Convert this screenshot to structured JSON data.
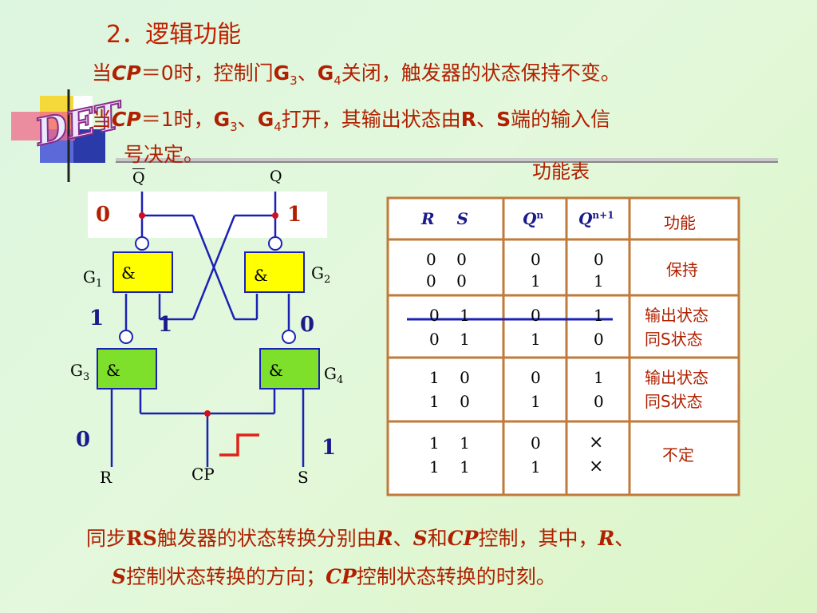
{
  "title": "2．逻辑功能",
  "line1": {
    "pre": "当",
    "cp": "CP",
    "eq": "＝0时，控制门",
    "g": "G",
    "s1": "3",
    "sep": "、",
    "g2": "G",
    "s2": "4",
    "post": "关闭，触发器的状态保持不变。"
  },
  "line2": {
    "pre": "当",
    "cp": "CP",
    "eq": "＝1时，",
    "g": "G",
    "s1": "3",
    "sep": "、",
    "g2": "G",
    "s2": "4",
    "mid": "打开，其输出状态由",
    "r": "R",
    "sep2": "、",
    "s": "S",
    "post": "端的输入信"
  },
  "line3": "号决定。",
  "logo": "DET",
  "table_caption": "功能表",
  "circuit": {
    "q_bar_label": "Q",
    "q_label": "Q",
    "out_left_value": "0",
    "out_right_value": "1",
    "g1": "G",
    "g1_sub": "1",
    "g2": "G",
    "g2_sub": "2",
    "g3": "G",
    "g3_sub": "3",
    "g4": "G",
    "g4_sub": "4",
    "and_symbol": "&",
    "val_g3_out": "1",
    "val_g4_out_left": "1",
    "val_g4_out": "0",
    "val_r": "0",
    "val_s": "1",
    "r_label": "R",
    "cp_label": "CP",
    "s_label": "S"
  },
  "table": {
    "headers": {
      "rs_r": "R",
      "rs_s": "S",
      "qn": "Q",
      "qn_sup": "n",
      "qn1": "Q",
      "qn1_sup": "n+1",
      "func": "功能"
    },
    "rows": [
      {
        "rs": [
          "0    0",
          "0    0"
        ],
        "qn": [
          "0",
          "1"
        ],
        "qn1": [
          "0",
          "1"
        ],
        "func": [
          "保持"
        ]
      },
      {
        "rs": [
          "0    1",
          "0    1"
        ],
        "qn": [
          "0",
          "1"
        ],
        "qn1": [
          "1",
          "0"
        ],
        "func": [
          "输出状态",
          "同S状态"
        ]
      },
      {
        "rs": [
          "1    0",
          "1    0"
        ],
        "qn": [
          "0",
          "1"
        ],
        "qn1": [
          "1",
          "0"
        ],
        "func": [
          "输出状态",
          "同S状态"
        ]
      },
      {
        "rs": [
          "1    1",
          "1    1"
        ],
        "qn": [
          "0",
          "1"
        ],
        "qn1": [
          "×",
          "×"
        ],
        "func": [
          "不定"
        ]
      }
    ]
  },
  "footer1": {
    "a": "同步",
    "rs": "RS",
    "b": "触发器的状态转换分别由",
    "r": "R",
    "c": "、",
    "s": "S",
    "d": "和",
    "cp": "CP",
    "e": "控制，其中，",
    "r2": "R",
    "f": "、"
  },
  "footer2": {
    "s": "S",
    "a": "控制状态转换的方向；",
    "cp": "CP",
    "b": "控制状态转换的时刻。"
  },
  "colors": {
    "gate_yellow": "#ffff00",
    "gate_green": "#7ee02a",
    "wire": "#1a22b4",
    "text_red": "#b02000",
    "table_border": "#c07a3a",
    "value_blue": "#1a1a8c"
  }
}
